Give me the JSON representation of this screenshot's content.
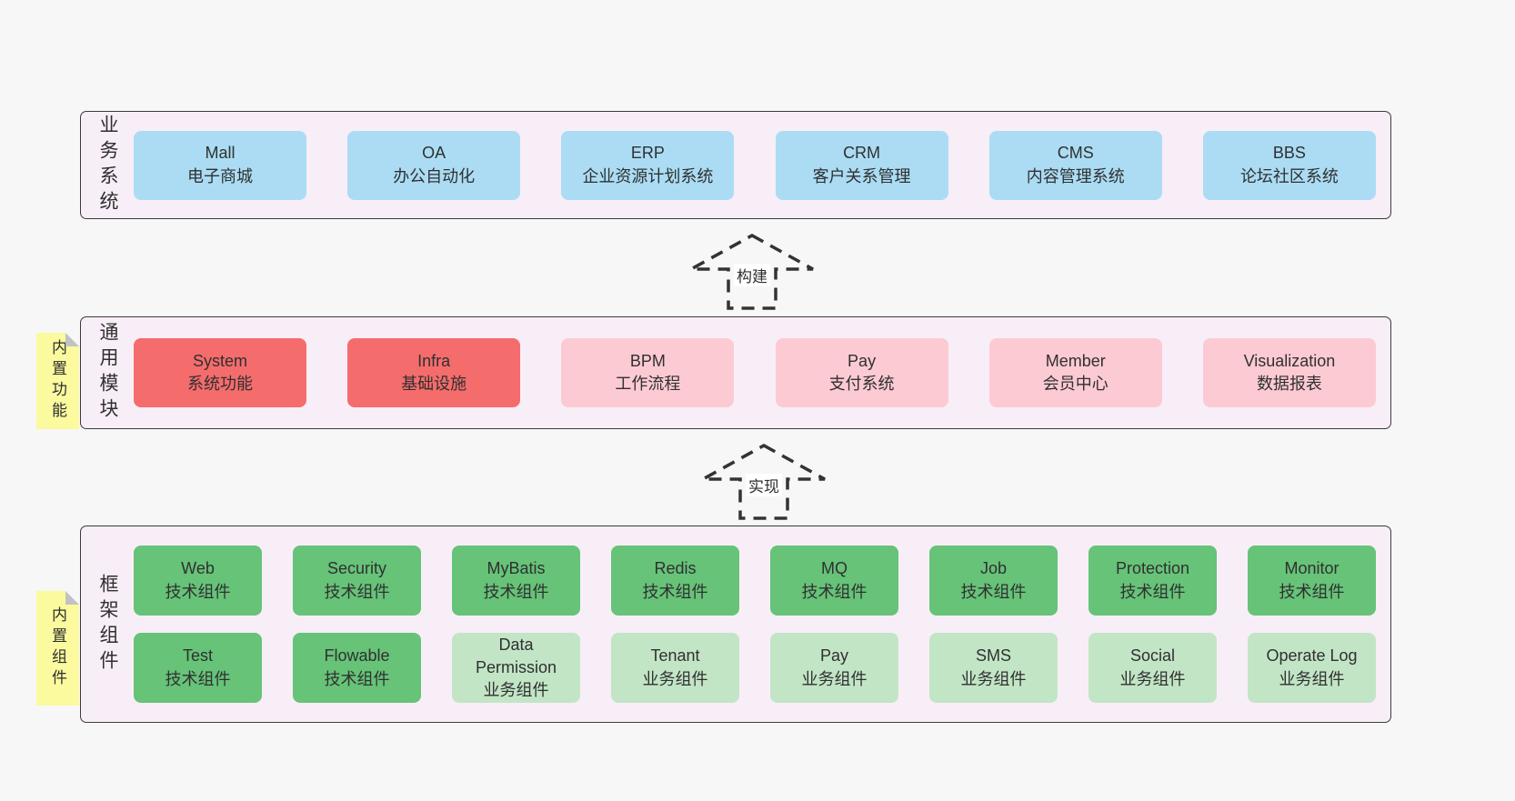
{
  "colors": {
    "page_bg": "#f7f7f7",
    "section_bg": "#f8eef7",
    "section_border": "#3b3b3b",
    "business_blue": "#abdcf4",
    "module_red": "#f56c6c",
    "module_pink": "#fccad3",
    "component_green": "#66c378",
    "component_light_green": "#c2e5c6",
    "sticky_yellow": "#fbfa9e",
    "text": "#303030"
  },
  "arrows": [
    {
      "label": "构建"
    },
    {
      "label": "实现"
    }
  ],
  "sections": [
    {
      "label": "业务系统",
      "boxes": [
        {
          "title": "Mall",
          "subtitle": "电子商城"
        },
        {
          "title": "OA",
          "subtitle": "办公自动化"
        },
        {
          "title": "ERP",
          "subtitle": "企业资源计划系统"
        },
        {
          "title": "CRM",
          "subtitle": "客户关系管理"
        },
        {
          "title": "CMS",
          "subtitle": "内容管理系统"
        },
        {
          "title": "BBS",
          "subtitle": "论坛社区系统"
        }
      ]
    },
    {
      "label": "通用模块",
      "sticky": "内置功能",
      "boxes": [
        {
          "title": "System",
          "subtitle": "系统功能"
        },
        {
          "title": "Infra",
          "subtitle": "基础设施"
        },
        {
          "title": "BPM",
          "subtitle": "工作流程"
        },
        {
          "title": "Pay",
          "subtitle": "支付系统"
        },
        {
          "title": "Member",
          "subtitle": "会员中心"
        },
        {
          "title": "Visualization",
          "subtitle": "数据报表"
        }
      ]
    },
    {
      "label": "框架组件",
      "sticky": "内置组件",
      "rows": [
        [
          {
            "title": "Web",
            "subtitle": "技术组件"
          },
          {
            "title": "Security",
            "subtitle": "技术组件"
          },
          {
            "title": "MyBatis",
            "subtitle": "技术组件"
          },
          {
            "title": "Redis",
            "subtitle": "技术组件"
          },
          {
            "title": "MQ",
            "subtitle": "技术组件"
          },
          {
            "title": "Job",
            "subtitle": "技术组件"
          },
          {
            "title": "Protection",
            "subtitle": "技术组件"
          },
          {
            "title": "Monitor",
            "subtitle": "技术组件"
          }
        ],
        [
          {
            "title": "Test",
            "subtitle": "技术组件"
          },
          {
            "title": "Flowable",
            "subtitle": "技术组件"
          },
          {
            "title": "Data Permission",
            "subtitle": "业务组件"
          },
          {
            "title": "Tenant",
            "subtitle": "业务组件"
          },
          {
            "title": "Pay",
            "subtitle": "业务组件"
          },
          {
            "title": "SMS",
            "subtitle": "业务组件"
          },
          {
            "title": "Social",
            "subtitle": "业务组件"
          },
          {
            "title": "Operate Log",
            "subtitle": "业务组件"
          }
        ]
      ]
    }
  ]
}
